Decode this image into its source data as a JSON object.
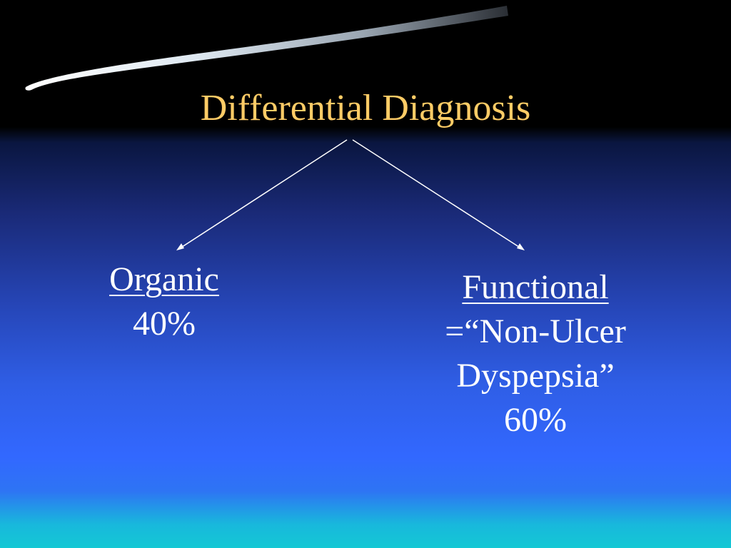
{
  "slide": {
    "title": "Differential Diagnosis",
    "colors": {
      "title": "#ffcc66",
      "text": "#ffffff",
      "background_top": "#000000",
      "background_mid": "#3268ff",
      "background_bottom": "#14c8d4"
    },
    "branches": [
      {
        "label": "Organic",
        "lines": [
          "40%"
        ]
      },
      {
        "label": "Functional",
        "lines": [
          "=“Non-Ulcer",
          "Dyspepsia”",
          "60%"
        ]
      }
    ]
  }
}
